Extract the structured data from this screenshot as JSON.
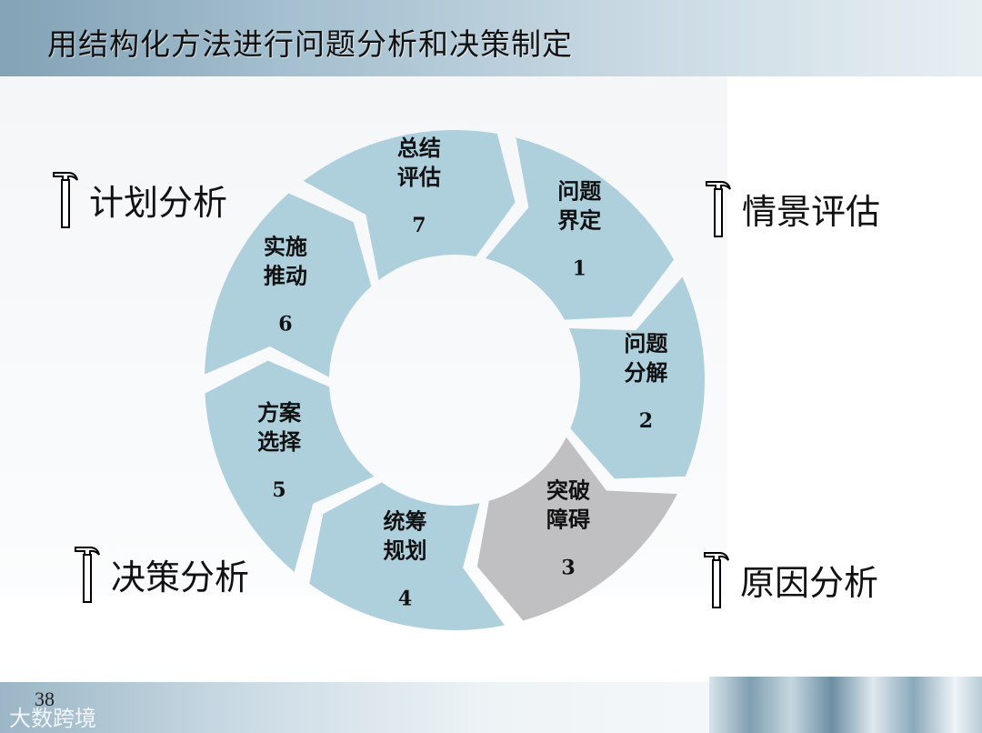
{
  "header": {
    "title": "用结构化方法进行问题分析和决策制定"
  },
  "tools": [
    {
      "label": "计划分析",
      "icon": "hammer-icon"
    },
    {
      "label": "情景评估",
      "icon": "hammer-icon"
    },
    {
      "label": "决策分析",
      "icon": "hammer-icon"
    },
    {
      "label": "原因分析",
      "icon": "hammer-icon"
    }
  ],
  "cycle": {
    "segments": [
      {
        "line1": "问题",
        "line2": "界定",
        "num": "1",
        "color": "#aecfdc"
      },
      {
        "line1": "问题",
        "line2": "分解",
        "num": "2",
        "color": "#aecfdc"
      },
      {
        "line1": "突破",
        "line2": "障碍",
        "num": "3",
        "color": "#c0c0c2"
      },
      {
        "line1": "统筹",
        "line2": "规划",
        "num": "4",
        "color": "#aecfdc"
      },
      {
        "line1": "方案",
        "line2": "选择",
        "num": "5",
        "color": "#aecfdc"
      },
      {
        "line1": "实施",
        "line2": "推动",
        "num": "6",
        "color": "#aecfdc"
      },
      {
        "line1": "总结",
        "line2": "评估",
        "num": "7",
        "color": "#aecfdc"
      }
    ]
  },
  "footer": {
    "page_number": "38",
    "watermark": "大数跨境"
  }
}
